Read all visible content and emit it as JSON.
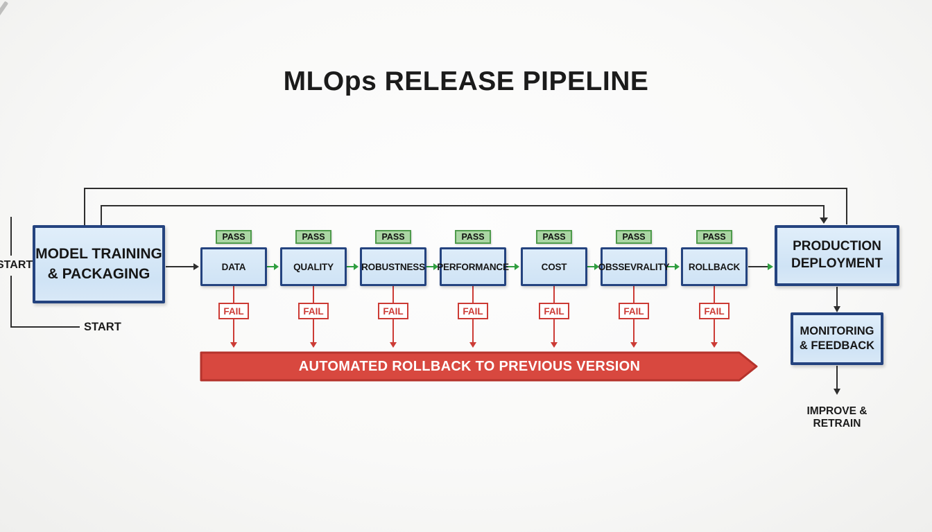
{
  "title": "MLOps RELEASE PIPELINE",
  "start": {
    "left_label": "START",
    "bottom_label": "START"
  },
  "model_box": {
    "label": "MODEL TRAINING\n& PACKAGING"
  },
  "stages": [
    {
      "label": "DATA",
      "pass_label": "PASS",
      "fail_label": "FAIL"
    },
    {
      "label": "QUALITY",
      "pass_label": "PASS",
      "fail_label": "FAIL"
    },
    {
      "label": "ROBUSTNESS",
      "pass_label": "PASS",
      "fail_label": "FAIL"
    },
    {
      "label": "PERFORMANCE",
      "pass_label": "PASS",
      "fail_label": "FAIL"
    },
    {
      "label": "COST",
      "pass_label": "PASS",
      "fail_label": "FAIL"
    },
    {
      "label": "OBSSEVRALITY",
      "pass_label": "PASS",
      "fail_label": "FAIL"
    },
    {
      "label": "ROLLBACK",
      "pass_label": "PASS",
      "fail_label": "FAIL"
    }
  ],
  "banner": {
    "label": "AUTOMATED ROLLBACK TO PREVIOUS VERSION"
  },
  "production_box": {
    "label": "PRODUCTION\nDEPLOYMENT"
  },
  "monitoring_box": {
    "label": "MONITORING\n& FEEDBACK"
  },
  "improve_label": "IMPROVE & RETRAIN",
  "colors": {
    "box_fill": "#d3e5f6",
    "box_border": "#24437f",
    "pass_fill": "#abd6a4",
    "pass_border": "#4f9b4c",
    "fail_color": "#cc3b35",
    "banner_fill": "#d8483f",
    "banner_border": "#b5332c",
    "green_arrow": "#2f9e3f",
    "line_color": "#2e2e2e"
  }
}
